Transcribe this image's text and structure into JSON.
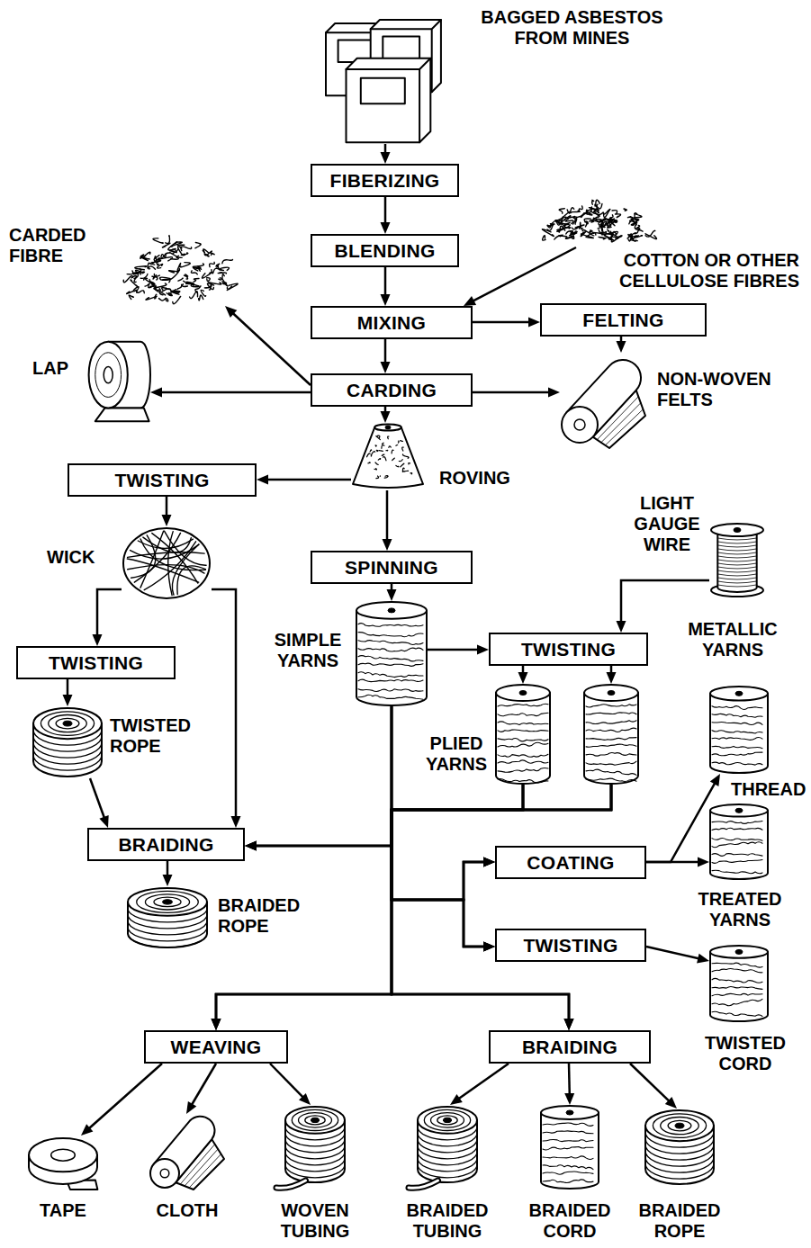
{
  "diagram": {
    "nodes": [
      {
        "text": [
          "BAGGED ASBESTOS FROM MINES"
        ]
      },
      {
        "text": [
          "FIBERIZING"
        ]
      },
      {
        "text": [
          "BLENDING"
        ]
      },
      {
        "text": [
          "COTTON OR OTHER CELLULOSE FIBRES"
        ]
      },
      {
        "text": [
          "CARDED FIBRE"
        ]
      },
      {
        "text": [
          "MIXING"
        ]
      },
      {
        "text": [
          "FELTING"
        ]
      },
      {
        "text": [
          "LAP"
        ]
      },
      {
        "text": [
          "CARDING"
        ]
      },
      {
        "text": [
          "NON-WOVEN FELTS"
        ]
      },
      {
        "text": [
          "TWISTING"
        ]
      },
      {
        "text": [
          "ROVING"
        ]
      },
      {
        "text": [
          "WICK"
        ]
      },
      {
        "text": [
          "SPINNING"
        ]
      },
      {
        "text": [
          "LIGHT GAUGE WIRE"
        ]
      },
      {
        "text": [
          "SIMPLE YARNS"
        ]
      },
      {
        "text": [
          "TWISTING"
        ]
      },
      {
        "text": [
          "TWISTING"
        ]
      },
      {
        "text": [
          "TWISTED ROPE"
        ]
      },
      {
        "text": [
          "PLIED YARNS"
        ]
      },
      {
        "text": [
          "THREAD"
        ]
      },
      {
        "text": [
          "BRAIDING"
        ]
      },
      {
        "text": [
          "COATING"
        ]
      },
      {
        "text": [
          "BRAIDED ROPE"
        ]
      },
      {
        "text": [
          "TREATED YARNS"
        ]
      },
      {
        "text": [
          "TWISTING"
        ]
      },
      {
        "text": [
          "TWISTED CORD"
        ]
      },
      {
        "text": [
          "WEAVING"
        ]
      },
      {
        "text": [
          "BRAIDING"
        ]
      },
      {
        "text": [
          "TAPE"
        ]
      },
      {
        "text": [
          "CLOTH"
        ]
      },
      {
        "text": [
          "WOVEN TUBING"
        ]
      },
      {
        "text": [
          "BRAIDED TUBING"
        ]
      },
      {
        "text": [
          "BRAIDED CORD"
        ]
      },
      {
        "text": [
          "BRAIDED ROPE"
        ]
      }
    ],
    "edges": [
      {
        "from": 0,
        "to": 1,
        "arrow": "to"
      },
      {
        "from": 1,
        "to": 2,
        "arrow": "to"
      },
      {
        "from": 2,
        "to": 5,
        "arrow": "to"
      },
      {
        "from": 3,
        "to": 5,
        "arrow": "to"
      },
      {
        "from": 5,
        "to": 6,
        "arrow": "to"
      },
      {
        "from": 5,
        "to": 8,
        "arrow": "to"
      },
      {
        "from": 6,
        "to": 9,
        "arrow": "to"
      },
      {
        "from": 8,
        "to": 4,
        "arrow": "to"
      },
      {
        "from": 8,
        "to": 7,
        "arrow": "to"
      },
      {
        "from": 8,
        "to": 9,
        "arrow": "to"
      },
      {
        "from": 8,
        "to": 11,
        "arrow": "to"
      },
      {
        "from": 11,
        "to": 10,
        "arrow": "to"
      },
      {
        "from": 11,
        "to": 13,
        "arrow": "to"
      },
      {
        "from": 10,
        "to": 12,
        "arrow": "to"
      },
      {
        "from": 12,
        "to": 17,
        "arrow": "to"
      },
      {
        "from": 12,
        "to": 21,
        "arrow": "to"
      },
      {
        "from": 13,
        "to": 15,
        "arrow": "to"
      },
      {
        "from": 15,
        "to": 16,
        "arrow": "to"
      },
      {
        "from": 14,
        "to": 16,
        "arrow": "to"
      },
      {
        "from": 17,
        "to": 18,
        "arrow": "to"
      },
      {
        "from": 18,
        "to": 21,
        "arrow": "to"
      },
      {
        "from": 16,
        "to": 19,
        "arrow": "to"
      },
      {
        "from": 21,
        "to": 23,
        "arrow": "to"
      },
      {
        "from": 15,
        "to": 21,
        "arrow": "to"
      },
      {
        "from": 15,
        "to": 22,
        "arrow": "to"
      },
      {
        "from": 15,
        "to": 25,
        "arrow": "to"
      },
      {
        "from": 15,
        "to": 27,
        "arrow": "to"
      },
      {
        "from": 15,
        "to": 28,
        "arrow": "to"
      },
      {
        "from": 19,
        "to": 21,
        "arrow": "to"
      },
      {
        "from": 19,
        "to": 22,
        "arrow": "to"
      },
      {
        "from": 19,
        "to": 25,
        "arrow": "to"
      },
      {
        "from": 19,
        "to": 27,
        "arrow": "to"
      },
      {
        "from": 19,
        "to": 28,
        "arrow": "to"
      },
      {
        "from": 22,
        "to": 20,
        "arrow": "to"
      },
      {
        "from": 22,
        "to": 24,
        "arrow": "to"
      },
      {
        "from": 25,
        "to": 26,
        "arrow": "to"
      },
      {
        "from": 27,
        "to": 29,
        "arrow": "to"
      },
      {
        "from": 27,
        "to": 30,
        "arrow": "to"
      },
      {
        "from": 27,
        "to": 31,
        "arrow": "to"
      },
      {
        "from": 28,
        "to": 32,
        "arrow": "to"
      },
      {
        "from": 28,
        "to": 33,
        "arrow": "to"
      },
      {
        "from": 28,
        "to": 34,
        "arrow": "to"
      }
    ],
    "labels": [
      "METALLIC YARNS"
    ]
  }
}
